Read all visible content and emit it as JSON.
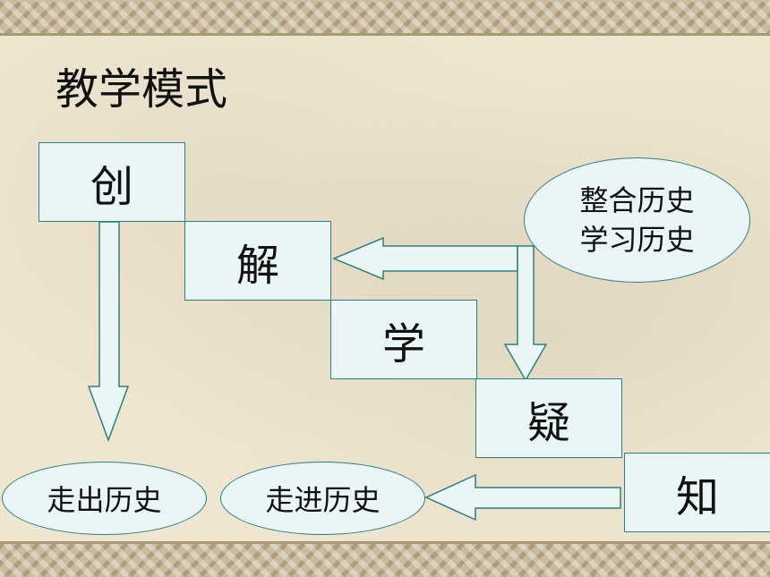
{
  "title": "教学模式",
  "steps": {
    "chuang": "创",
    "jie": "解",
    "xue": "学",
    "yi": "疑",
    "zhi": "知"
  },
  "ellipses": {
    "integrate_line1": "整合历史",
    "integrate_line2": "学习历史",
    "out": "走出历史",
    "into": "走进历史"
  },
  "colors": {
    "box_fill": "#e9f6f5",
    "outline": "#2f7f7a",
    "background": "#efe6d2"
  }
}
